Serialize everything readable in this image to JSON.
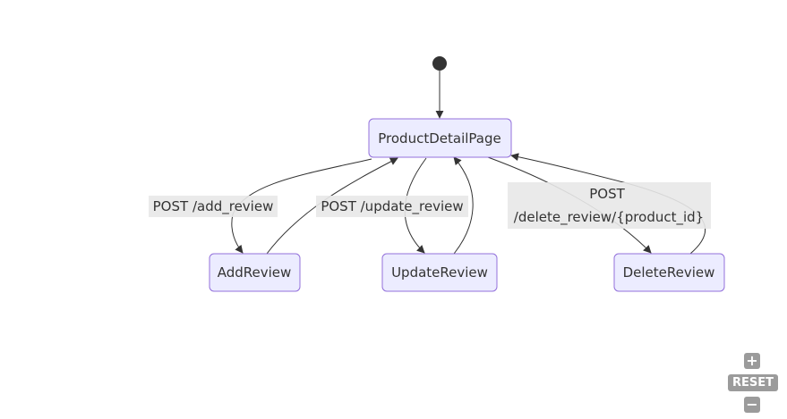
{
  "diagram": {
    "type": "state",
    "start_state": true,
    "states": [
      {
        "id": "ProductDetailPage",
        "label": "ProductDetailPage"
      },
      {
        "id": "AddReview",
        "label": "AddReview"
      },
      {
        "id": "UpdateReview",
        "label": "UpdateReview"
      },
      {
        "id": "DeleteReview",
        "label": "DeleteReview"
      }
    ],
    "transitions": [
      {
        "from": "start",
        "to": "ProductDetailPage",
        "label": ""
      },
      {
        "from": "ProductDetailPage",
        "to": "AddReview",
        "label": "POST /add_review"
      },
      {
        "from": "AddReview",
        "to": "ProductDetailPage",
        "label": ""
      },
      {
        "from": "ProductDetailPage",
        "to": "UpdateReview",
        "label": "POST /update_review"
      },
      {
        "from": "UpdateReview",
        "to": "ProductDetailPage",
        "label": ""
      },
      {
        "from": "ProductDetailPage",
        "to": "DeleteReview",
        "label_lines": [
          "POST",
          "/delete_review/{product_id}"
        ]
      },
      {
        "from": "DeleteReview",
        "to": "ProductDetailPage",
        "label": ""
      }
    ],
    "colors": {
      "node_fill": "#ECECFF",
      "node_stroke": "#9370DB",
      "edge": "#333333",
      "label_bg": "#e8e8e8"
    }
  },
  "controls": {
    "zoom_in": "+",
    "reset": "RESET",
    "zoom_out": "−"
  }
}
